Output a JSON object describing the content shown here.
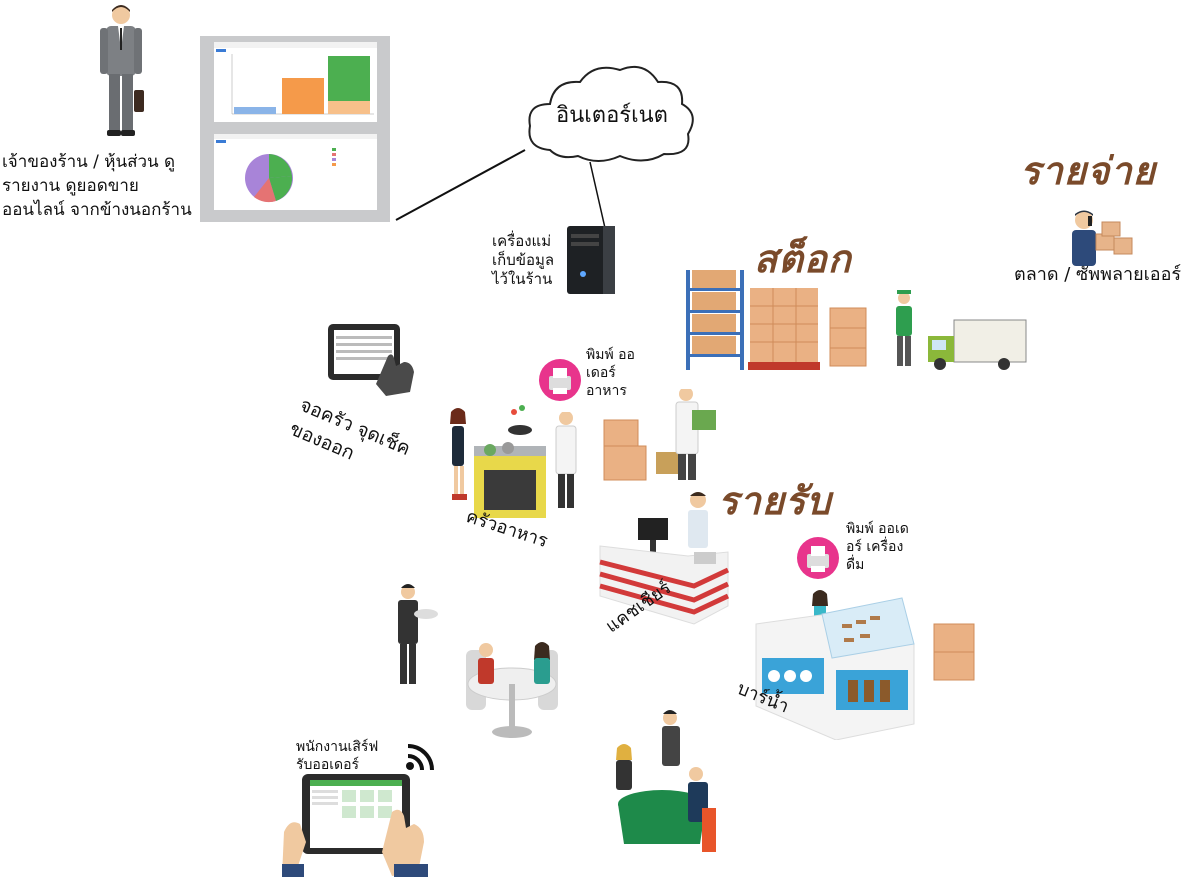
{
  "owner": {
    "text": "เจ้าของร้าน / หุ้นส่วน ดูรายงาน ดูยอดขาย ออนไลน์ จากข้างนอกร้าน"
  },
  "internet": {
    "label": "อินเตอร์เนต"
  },
  "server": {
    "label": "เครื่องแม่ เก็บข้อมูล ไว้ในร้าน"
  },
  "expense": {
    "title": "รายจ่าย",
    "supplier": "ตลาด / ซัพพลายเออร์"
  },
  "stock": {
    "title": "สต็อก"
  },
  "income": {
    "title": "รายรับ"
  },
  "kitchen_screen": {
    "label": "จอครัว จุดเช็คของออก"
  },
  "food_printer": {
    "label": "พิมพ์ ออเดอร์ อาหาร"
  },
  "kitchen": {
    "label": "ครัวอาหาร"
  },
  "cashier": {
    "label": "แคชเชียร์"
  },
  "drink_printer": {
    "label": "พิมพ์ ออเดอร์ เครื่องดื่ม"
  },
  "bar": {
    "label": "บาร์น้ำ"
  },
  "waiter": {
    "label": "พนักงานเสิร์ฟ รับออเดอร์"
  },
  "colors": {
    "brand_title": "#7a4a2a",
    "printer_pink": "#e8348c",
    "chart_orange": "#f59a4a",
    "chart_green": "#4caf50",
    "chart_blue": "#8ab4e8"
  }
}
